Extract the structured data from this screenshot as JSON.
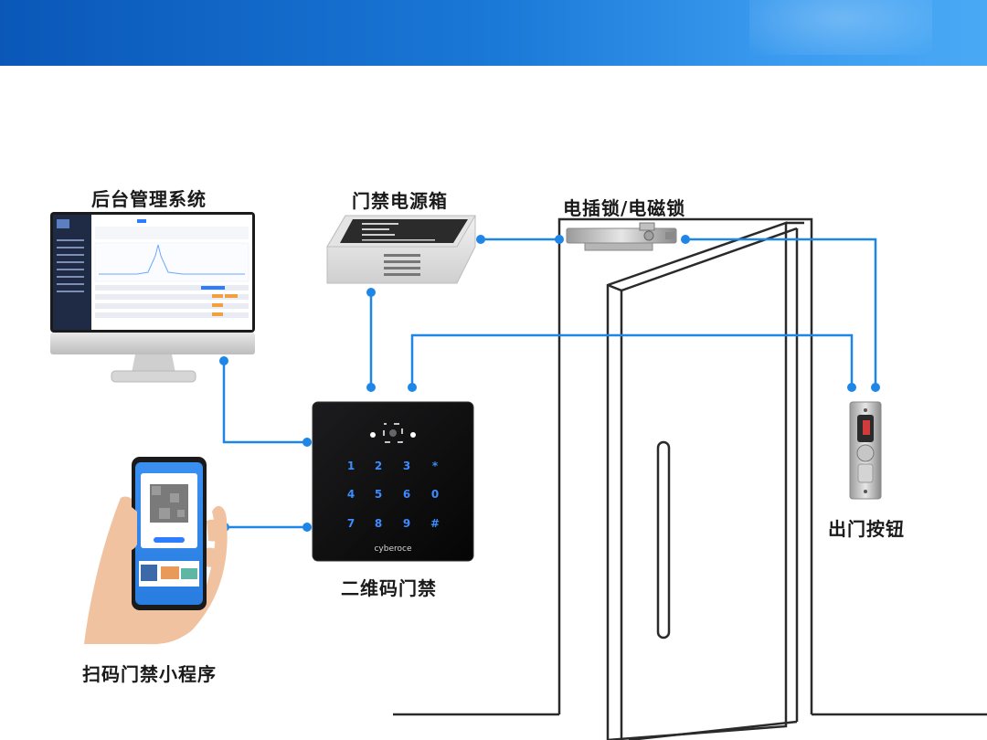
{
  "labels": {
    "admin_system": "后台管理系统",
    "power_box": "门禁电源箱",
    "electric_lock": "电插锁/电磁锁",
    "exit_button": "出门按钮",
    "qr_access": "二维码门禁",
    "mini_program": "扫码门禁小程序"
  },
  "device": {
    "brand": "cyberoce",
    "keypad_keys": [
      "1",
      "2",
      "3",
      "*",
      "4",
      "5",
      "6",
      "0",
      "7",
      "8",
      "9",
      "#"
    ]
  },
  "colors": {
    "header_start": "#0a57b8",
    "header_end": "#4aa9f5",
    "wire": "#1e86e6",
    "keypad_glow": "#2f7dff"
  }
}
